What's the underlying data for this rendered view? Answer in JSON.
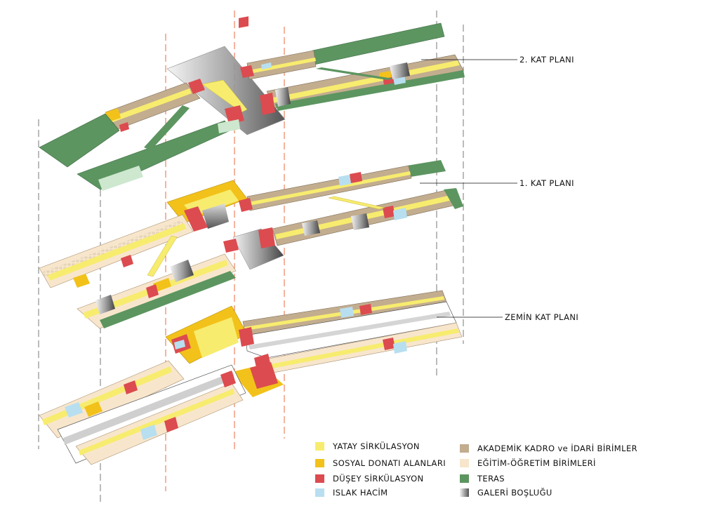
{
  "floor_labels": {
    "second": "2. KAT PLANI",
    "first": "1. KAT PLANI",
    "ground": "ZEMİN KAT PLANI"
  },
  "colors": {
    "yatay": "#f7ec6e",
    "sosyal": "#f2c21b",
    "dusey": "#dc4b4f",
    "islak": "#b8dff0",
    "akademik": "#c3ad8f",
    "egitim": "#f8e6cc",
    "teras": "#5c9560",
    "galeri_dark": "#8a8a8a",
    "galeri_light": "#f2f2f2",
    "axis": "#e86a3c",
    "axis_grey": "#777777"
  },
  "legend": {
    "left": [
      {
        "label": "YATAY SİRKÜLASYON",
        "color": "#f7ec6e"
      },
      {
        "label": "SOSYAL DONATI ALANLARI",
        "color": "#f2c21b"
      },
      {
        "label": "DÜŞEY SİRKÜLASYON",
        "color": "#dc4b4f"
      },
      {
        "label": "ISLAK HACİM",
        "color": "#b8dff0"
      }
    ],
    "right": [
      {
        "label": "AKADEMİK KADRO ve İDARİ BİRİMLER",
        "color": "#c3ad8f"
      },
      {
        "label": "EĞİTİM-ÖĞRETİM BİRİMLERİ",
        "color": "#f8e6cc"
      },
      {
        "label": "TERAS",
        "color": "#5c9560"
      },
      {
        "label": "GALERİ BOŞLUĞU",
        "color": "gradient"
      }
    ]
  }
}
